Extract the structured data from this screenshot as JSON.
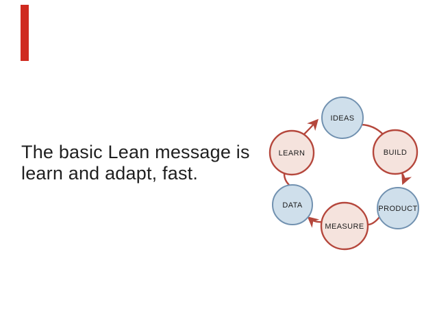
{
  "slide": {
    "headline": "The basic Lean message is\nlearn and adapt, fast.",
    "accent_bar_color": "#cf2a1f"
  },
  "diagram": {
    "title": "lean-build-measure-learn-cycle",
    "colors": {
      "cycle_red_stroke": "#b5473c",
      "pink_fill": "#f5e3dd",
      "blue_stroke": "#7191b0",
      "blue_fill": "#cfdfeb",
      "label_text": "#1b1b1b",
      "headline_text": "#1f1f1f"
    },
    "nodes": [
      {
        "id": "ideas",
        "label": "IDEAS",
        "style": "blue"
      },
      {
        "id": "build",
        "label": "BUILD",
        "style": "pink"
      },
      {
        "id": "product",
        "label": "PRODUCT",
        "style": "blue"
      },
      {
        "id": "measure",
        "label": "MEASURE",
        "style": "pink"
      },
      {
        "id": "data",
        "label": "DATA",
        "style": "blue"
      },
      {
        "id": "learn",
        "label": "LEARN",
        "style": "pink"
      }
    ],
    "edges": [
      {
        "from": "IDEAS",
        "to": "BUILD",
        "arrowhead": false
      },
      {
        "from": "BUILD",
        "to": "PRODUCT",
        "arrowhead": true
      },
      {
        "from": "PRODUCT",
        "to": "MEASURE",
        "arrowhead": false
      },
      {
        "from": "MEASURE",
        "to": "DATA",
        "arrowhead": true
      },
      {
        "from": "DATA",
        "to": "LEARN",
        "arrowhead": false
      },
      {
        "from": "LEARN",
        "to": "IDEAS",
        "arrowhead": true
      }
    ]
  }
}
